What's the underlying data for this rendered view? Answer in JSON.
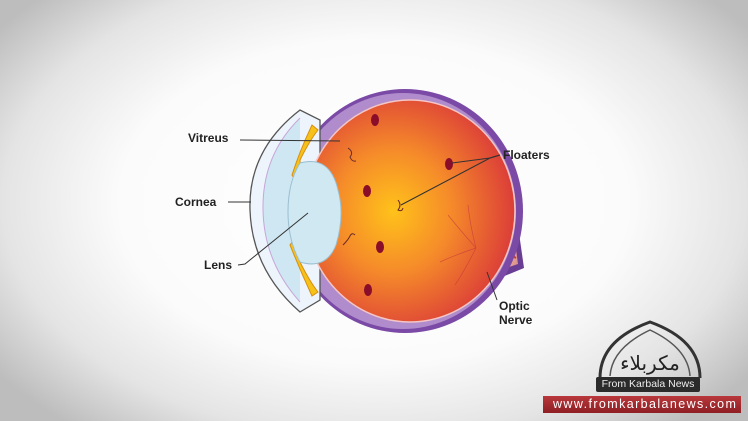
{
  "diagram": {
    "labels": {
      "vitreus": "Vitreus",
      "cornea": "Cornea",
      "lens": "Lens",
      "floaters": "Floaters",
      "optic_nerve_line1": "Optic",
      "optic_nerve_line2": "Nerve"
    }
  },
  "watermark": {
    "logo_arabic": "كربلاء",
    "logo_caption": "From Karbala News",
    "url": "www.fromkarbalanews.com"
  }
}
